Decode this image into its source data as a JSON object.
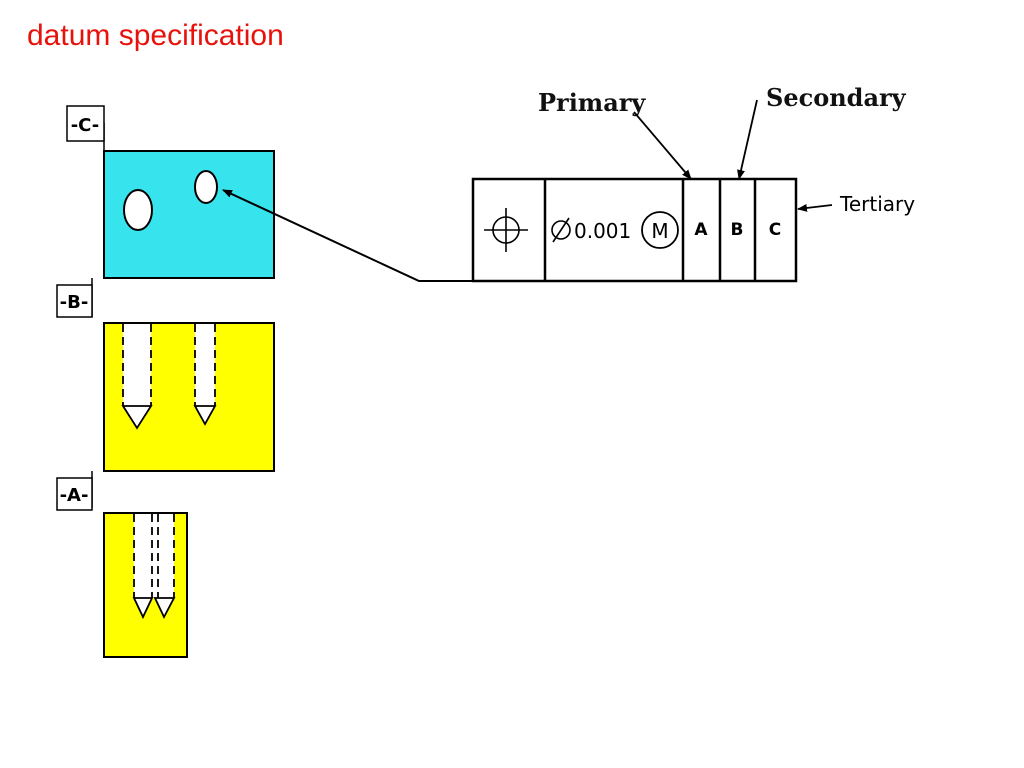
{
  "title": "datum specification",
  "colors": {
    "title": "#e8120c",
    "top_view_fill": "#37e3ec",
    "section_fill": "#ffff00",
    "outline": "#000000"
  },
  "datum_labels": {
    "c": "-C-",
    "b": "-B-",
    "a": "-A-"
  },
  "feature_control_frame": {
    "symbol_icon": "position-icon",
    "diameter_icon": "diameter-icon",
    "tolerance": "0.001",
    "modifier": "M",
    "primary_datum": "A",
    "secondary_datum": "B",
    "tertiary_datum": "C"
  },
  "callouts": {
    "primary": "Primary",
    "secondary": "Secondary",
    "tertiary": "Tertiary"
  }
}
